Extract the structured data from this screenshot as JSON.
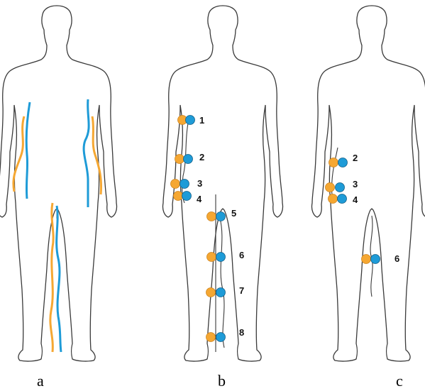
{
  "panels": [
    {
      "letter": "a",
      "sites": []
    },
    {
      "letter": "b",
      "sites": [
        "1",
        "2",
        "3",
        "4",
        "5",
        "6",
        "7",
        "8"
      ]
    },
    {
      "letter": "c",
      "sites": [
        "2",
        "3",
        "4",
        "6"
      ]
    }
  ],
  "colors": {
    "orange": "#F5A732",
    "blue": "#1E9BD7",
    "outline": "#3a3a3a"
  }
}
